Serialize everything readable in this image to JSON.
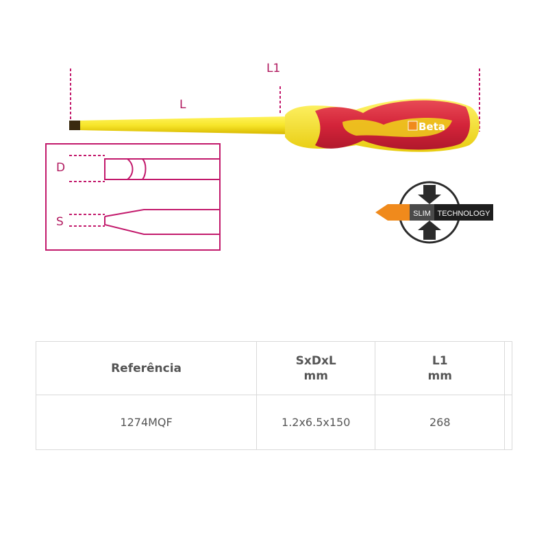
{
  "diagram": {
    "label_L1": "L1",
    "label_L": "L",
    "label_D": "D",
    "label_S": "S",
    "brand": "Beta",
    "badge_slim": "SLIM",
    "badge_technology": "TECHNOLOGY",
    "colors": {
      "dimension_magenta": "#c2186b",
      "shaft_yellow": "#f7e62a",
      "handle_red": "#d4243a",
      "badge_orange": "#f08a1c",
      "badge_dark": "#2b2b2b"
    }
  },
  "table": {
    "headers": {
      "reference": "Referência",
      "size_line1": "SxDxL",
      "size_line2": "mm",
      "l1_line1": "L1",
      "l1_line2": "mm"
    },
    "rows": [
      {
        "reference": "1274MQF",
        "size": "1.2x6.5x150",
        "l1": "268"
      }
    ]
  }
}
